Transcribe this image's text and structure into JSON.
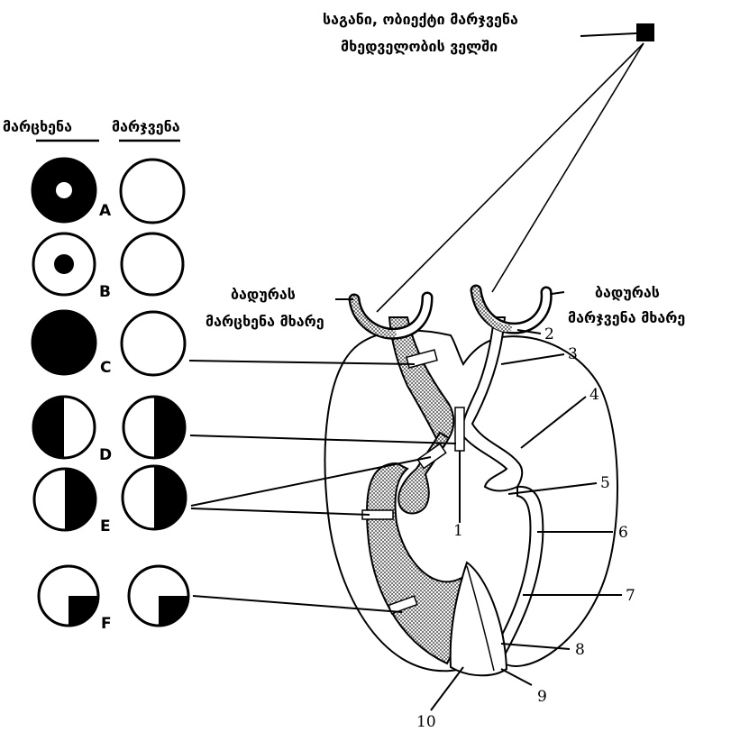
{
  "object_label": {
    "line1": "საგანი, ობიექტი მარჯვენა",
    "line2": "მხედველობის ველში"
  },
  "column_headers": {
    "left": "მარცხენა",
    "right": "მარჯვენა"
  },
  "retina_left_label": {
    "line1": "ბადურას",
    "line2": "მარცხენა მხარე"
  },
  "retina_right_label": {
    "line1": "ბადურას",
    "line2": "მარჯვენა მხარე"
  },
  "rows": [
    "A",
    "B",
    "C",
    "D",
    "E",
    "F"
  ],
  "numbers": [
    "1",
    "2",
    "3",
    "4",
    "5",
    "6",
    "7",
    "8",
    "9",
    "10"
  ]
}
